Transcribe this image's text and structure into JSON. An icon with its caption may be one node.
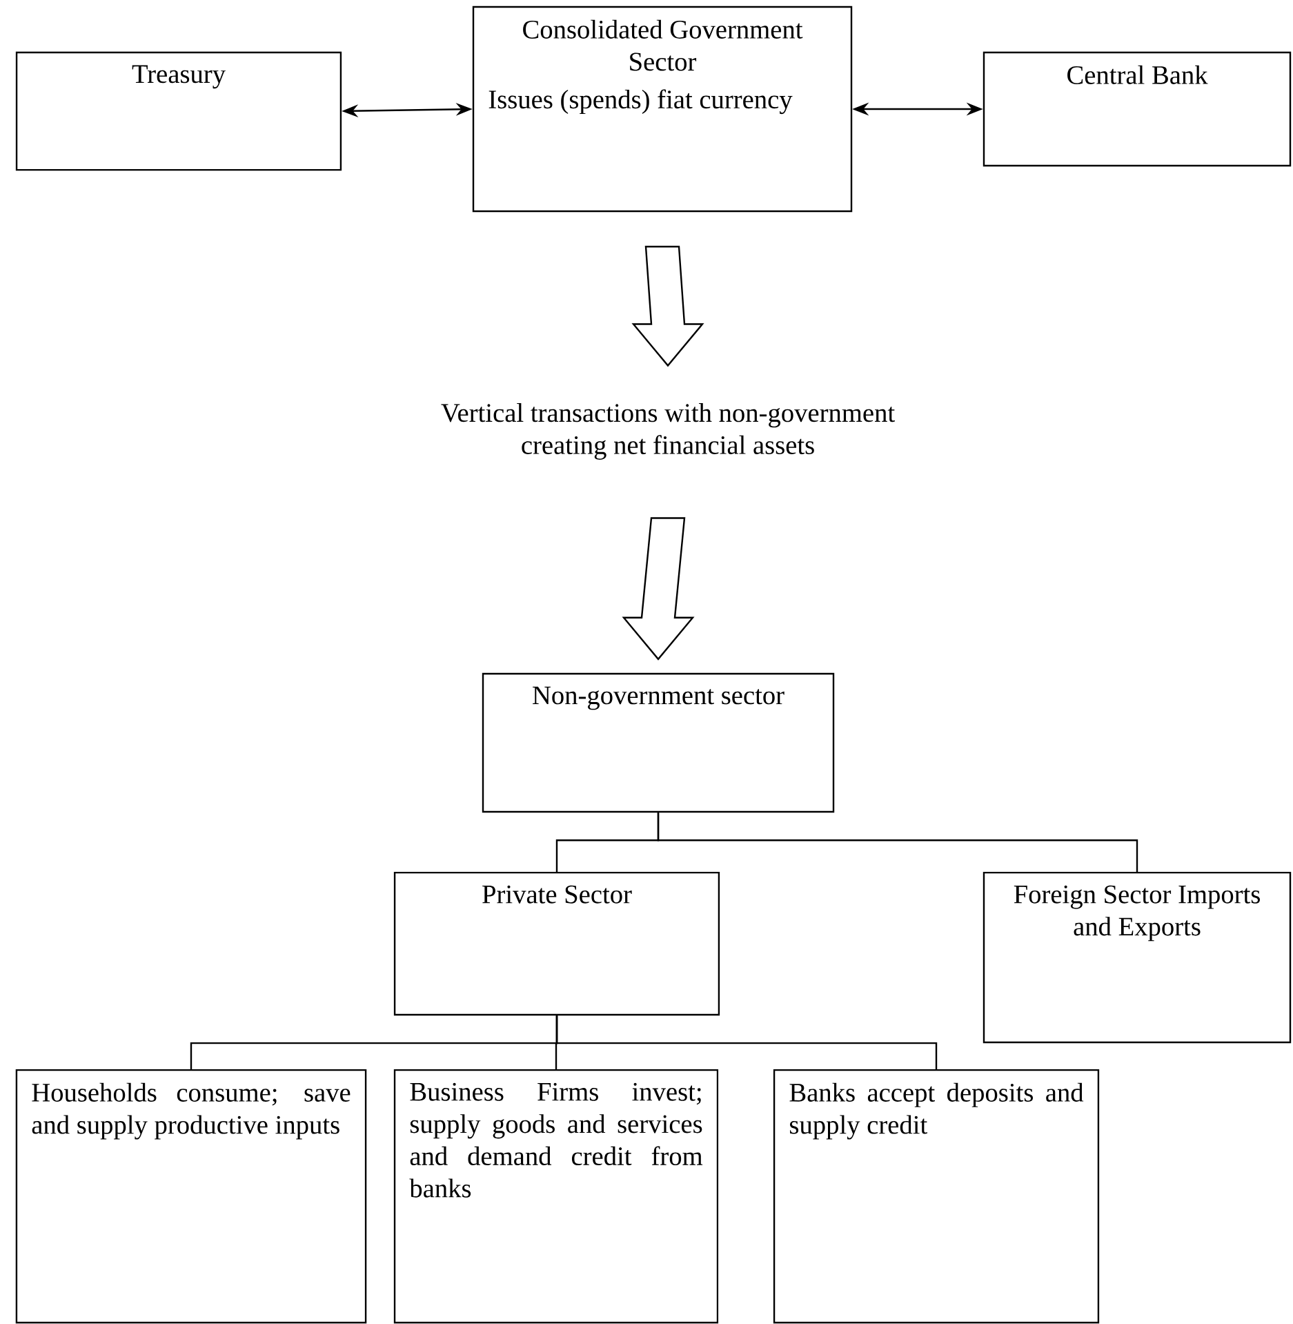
{
  "diagram": {
    "nodes": [
      {
        "text": [
          "Treasury"
        ]
      },
      {
        "text": [
          "Consolidated Government Sector",
          "Issues (spends) fiat currency"
        ]
      },
      {
        "text": [
          "Central Bank"
        ]
      },
      {
        "text": [
          "Vertical transactions with non-government creating net financial assets"
        ]
      },
      {
        "text": [
          "Non-government sector"
        ]
      },
      {
        "text": [
          "Private Sector"
        ]
      },
      {
        "text": [
          "Foreign Sector Imports and Exports"
        ]
      },
      {
        "text": [
          "Households consume; save and supply productive inputs"
        ]
      },
      {
        "text": [
          "Business Firms invest; supply goods and services and demand credit from banks"
        ]
      },
      {
        "text": [
          "Banks accept deposits and supply credit"
        ]
      }
    ],
    "edges": [
      {
        "from": 1,
        "to": 0,
        "arrow": "both"
      },
      {
        "from": 1,
        "to": 2,
        "arrow": "both"
      },
      {
        "from": 1,
        "to": 3,
        "arrow": "to",
        "style": "thick"
      },
      {
        "from": 3,
        "to": 4,
        "arrow": "to",
        "style": "thick"
      },
      {
        "from": 4,
        "to": 5,
        "arrow": "none"
      },
      {
        "from": 4,
        "to": 6,
        "arrow": "none"
      },
      {
        "from": 5,
        "to": 7,
        "arrow": "none"
      },
      {
        "from": 5,
        "to": 8,
        "arrow": "none"
      },
      {
        "from": 5,
        "to": 9,
        "arrow": "none"
      }
    ]
  }
}
